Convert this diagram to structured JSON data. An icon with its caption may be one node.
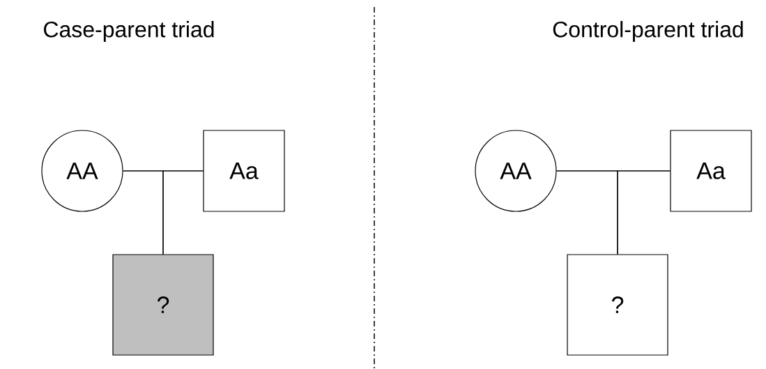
{
  "diagram": {
    "nodes": [
      {
        "text": [
          "AA"
        ]
      },
      {
        "text": [
          "Aa"
        ]
      },
      {
        "text": [
          "?"
        ]
      },
      {
        "text": [
          "AA"
        ]
      },
      {
        "text": [
          "Aa"
        ]
      },
      {
        "text": [
          "?"
        ]
      }
    ],
    "edges": [
      {
        "from": 0,
        "to": 1,
        "arrow": "none"
      },
      {
        "from": 0,
        "to": 2,
        "arrow": "none"
      },
      {
        "from": 1,
        "to": 2,
        "arrow": "none"
      },
      {
        "from": 3,
        "to": 4,
        "arrow": "none"
      },
      {
        "from": 3,
        "to": 5,
        "arrow": "none"
      },
      {
        "from": 4,
        "to": 5,
        "arrow": "none"
      }
    ],
    "labels": [
      "Case-parent triad",
      "Control-parent triad"
    ]
  }
}
